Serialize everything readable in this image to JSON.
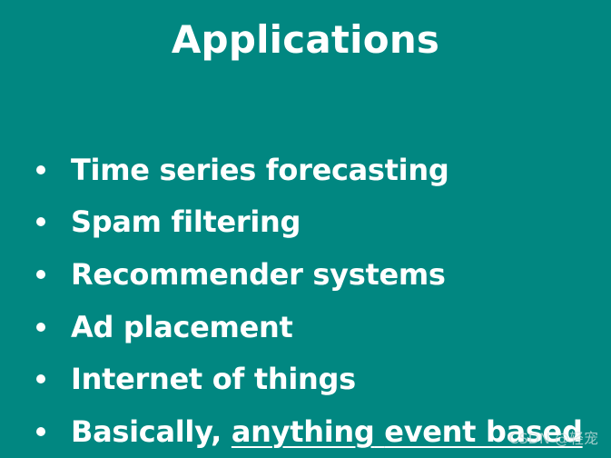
{
  "slide": {
    "title": "Applications",
    "bullets": [
      "Time series forecasting",
      "Spam filtering",
      "Recommender systems",
      "Ad placement",
      "Internet of things"
    ],
    "last_bullet": {
      "prefix": "Basically, ",
      "underlined_1": "anything",
      "space": " ",
      "underlined_2": "event based"
    },
    "watermark": "CSDN @轻宠"
  },
  "colors": {
    "background": "#018781",
    "text": "#ffffff"
  }
}
